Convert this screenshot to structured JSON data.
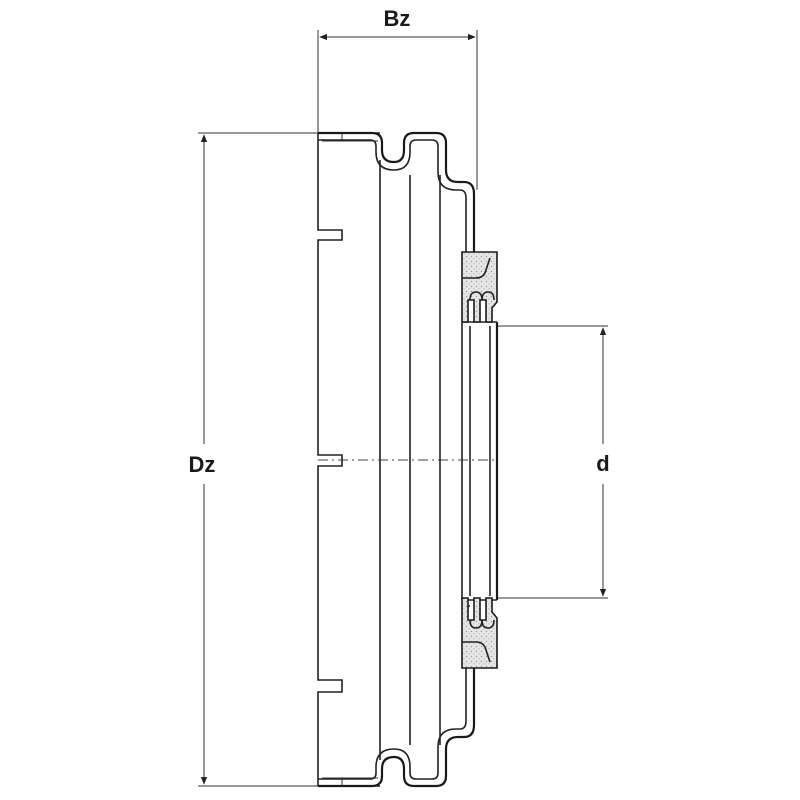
{
  "drawing": {
    "labels": {
      "width": "Bz",
      "outer_diameter": "Dz",
      "inner_diameter": "d"
    },
    "colors": {
      "line": "#222222",
      "seal_fill": "#dddddd",
      "background": "#ffffff"
    }
  }
}
